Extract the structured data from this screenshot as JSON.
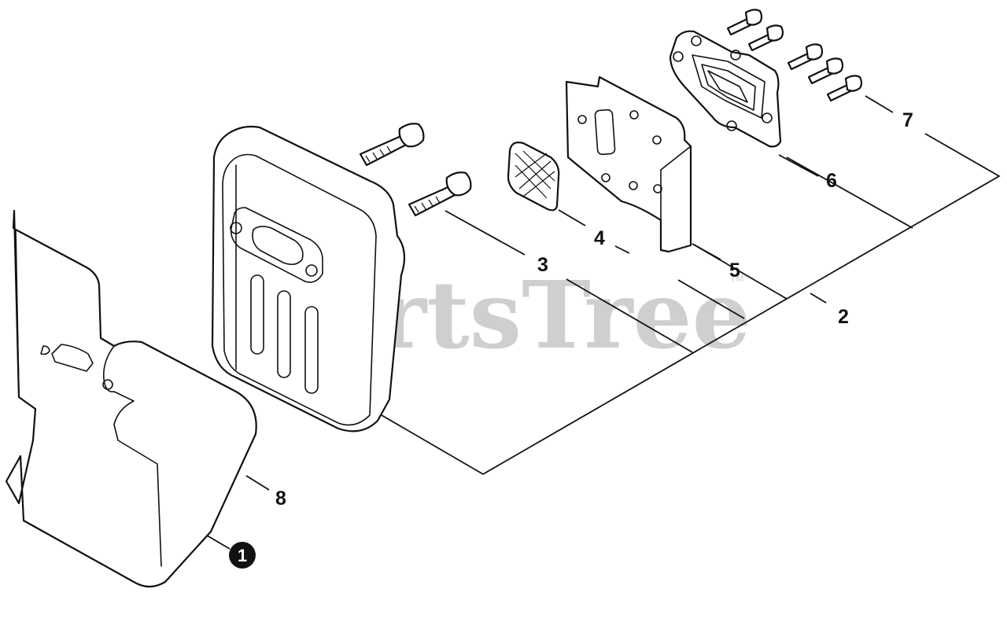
{
  "watermark": {
    "text": "PartsTree",
    "mark": "TM"
  },
  "callouts": [
    {
      "id": "1",
      "text": "1",
      "style": "filled-circle",
      "part": "heat-shield-assembly"
    },
    {
      "id": "2",
      "text": "2",
      "part": "muffler-kit"
    },
    {
      "id": "3",
      "text": "3",
      "part": "muffler-screw"
    },
    {
      "id": "4",
      "text": "4",
      "part": "spark-arrestor-screen"
    },
    {
      "id": "5",
      "text": "5",
      "part": "muffler-cover-plate"
    },
    {
      "id": "6",
      "text": "6",
      "part": "muffler-gasket-plate"
    },
    {
      "id": "7",
      "text": "7",
      "part": "screws"
    },
    {
      "id": "8",
      "text": "8",
      "part": "heat-shield"
    }
  ],
  "colors": {
    "line": "#111111",
    "background": "#ffffff",
    "watermark": "#cfcfcf"
  }
}
